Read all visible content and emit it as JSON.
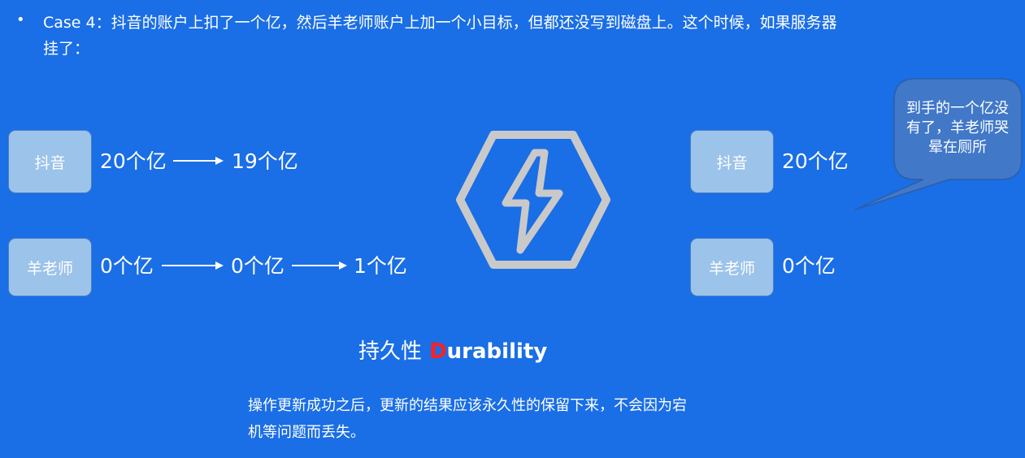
{
  "header": {
    "bullet": "•",
    "case_text": "Case 4：抖音的账户上扣了一个亿，然后羊老师账户上加一个小目标，但都还没写到磁盘上。这个时候，如果服务器挂了："
  },
  "left": {
    "douyin": {
      "label": "抖音",
      "from": "20个亿",
      "to": "19个亿"
    },
    "yang": {
      "label": "羊老师",
      "from": "0个亿",
      "mid": "0个亿",
      "to": "1个亿"
    }
  },
  "right": {
    "douyin": {
      "label": "抖音",
      "value": "20个亿"
    },
    "yang": {
      "label": "羊老师",
      "value": "0个亿"
    },
    "bubble": "到手的一个亿没有了，羊老师哭晕在厕所"
  },
  "center": {
    "icon": "lightning-hexagon-icon",
    "title_cn": "持久性",
    "title_first_letter": "D",
    "title_rest": "urability",
    "description": "操作更新成功之后，更新的结果应该永久性的保留下来，不会因为宕机等问题而丢失。"
  },
  "colors": {
    "background": "#1a6ee6",
    "box": "#9cc3e9",
    "bubble": "#4178c8",
    "accent_red": "#ff2020",
    "icon_gray": "#c9c9c9"
  }
}
